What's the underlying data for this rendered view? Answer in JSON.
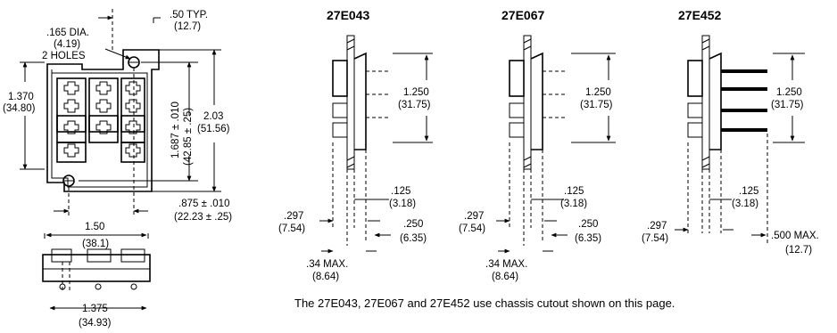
{
  "front_view": {
    "hole_dia": ".165 DIA.",
    "hole_dia_mm": "(4.19)",
    "hole_count": "2 HOLES",
    "typ": ".50 TYP.",
    "typ_mm": "(12.7)",
    "height": "1.370",
    "height_mm": "(34.80)",
    "spacing": "1.687 ± .010",
    "spacing_mm": "(42.85 ± .25)",
    "overall": "2.03",
    "overall_mm": "(51.56)",
    "offset": ".875 ± .010",
    "offset_mm": "(22.23 ± .25)"
  },
  "bottom_view": {
    "width": "1.50",
    "width_mm": "(38.1)",
    "base": "1.375",
    "base_mm": "(34.93)"
  },
  "models": [
    {
      "name": "27E043",
      "height": "1.250",
      "height_mm": "(31.75)",
      "d1": ".297",
      "d1_mm": "(7.54)",
      "d2": ".125",
      "d2_mm": "(3.18)",
      "d3": ".250",
      "d3_mm": "(6.35)",
      "max": ".34 MAX.",
      "max_mm": "(8.64)"
    },
    {
      "name": "27E067",
      "height": "1.250",
      "height_mm": "(31.75)",
      "d1": ".297",
      "d1_mm": "(7.54)",
      "d2": ".125",
      "d2_mm": "(3.18)",
      "d3": ".250",
      "d3_mm": "(6.35)",
      "max": ".34 MAX.",
      "max_mm": "(8.64)"
    },
    {
      "name": "27E452",
      "height": "1.250",
      "height_mm": "(31.75)",
      "d1": ".297",
      "d1_mm": "(7.54)",
      "d2": ".125",
      "d2_mm": "(3.18)",
      "max": ".500 MAX.",
      "max_mm": "(12.7)"
    }
  ],
  "footnote": "The 27E043, 27E067 and 27E452 use chassis cutout shown on this page."
}
